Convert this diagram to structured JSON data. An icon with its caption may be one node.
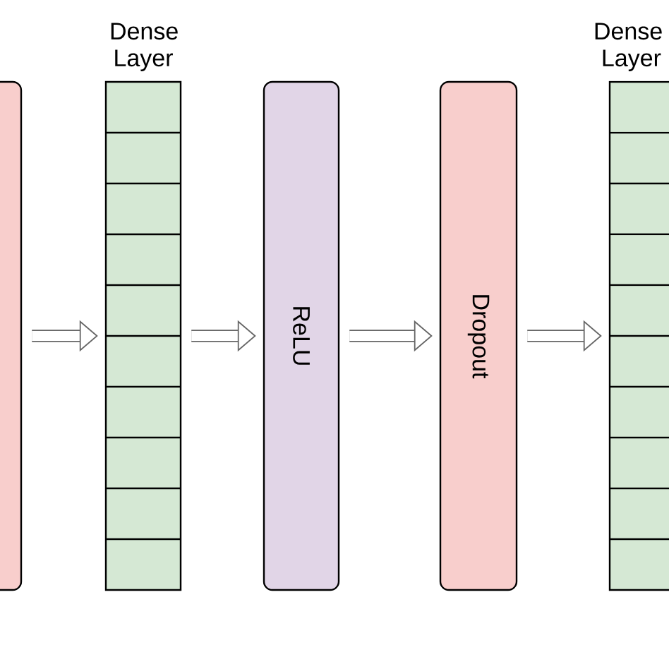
{
  "diagram": {
    "nodes": [
      {
        "text": [],
        "shape": "box"
      },
      {
        "text": [
          "Dense Layer"
        ]
      },
      {
        "text": [
          "ReLU"
        ]
      },
      {
        "text": [
          "Dropout"
        ]
      },
      {
        "text": [
          "Dense Layer"
        ]
      }
    ],
    "edges": [
      {
        "from": 0,
        "to": 1,
        "arrow": "to"
      },
      {
        "from": 1,
        "to": 2,
        "arrow": "to"
      },
      {
        "from": 2,
        "to": 3,
        "arrow": "to"
      },
      {
        "from": 3,
        "to": 4,
        "arrow": "to"
      }
    ]
  }
}
